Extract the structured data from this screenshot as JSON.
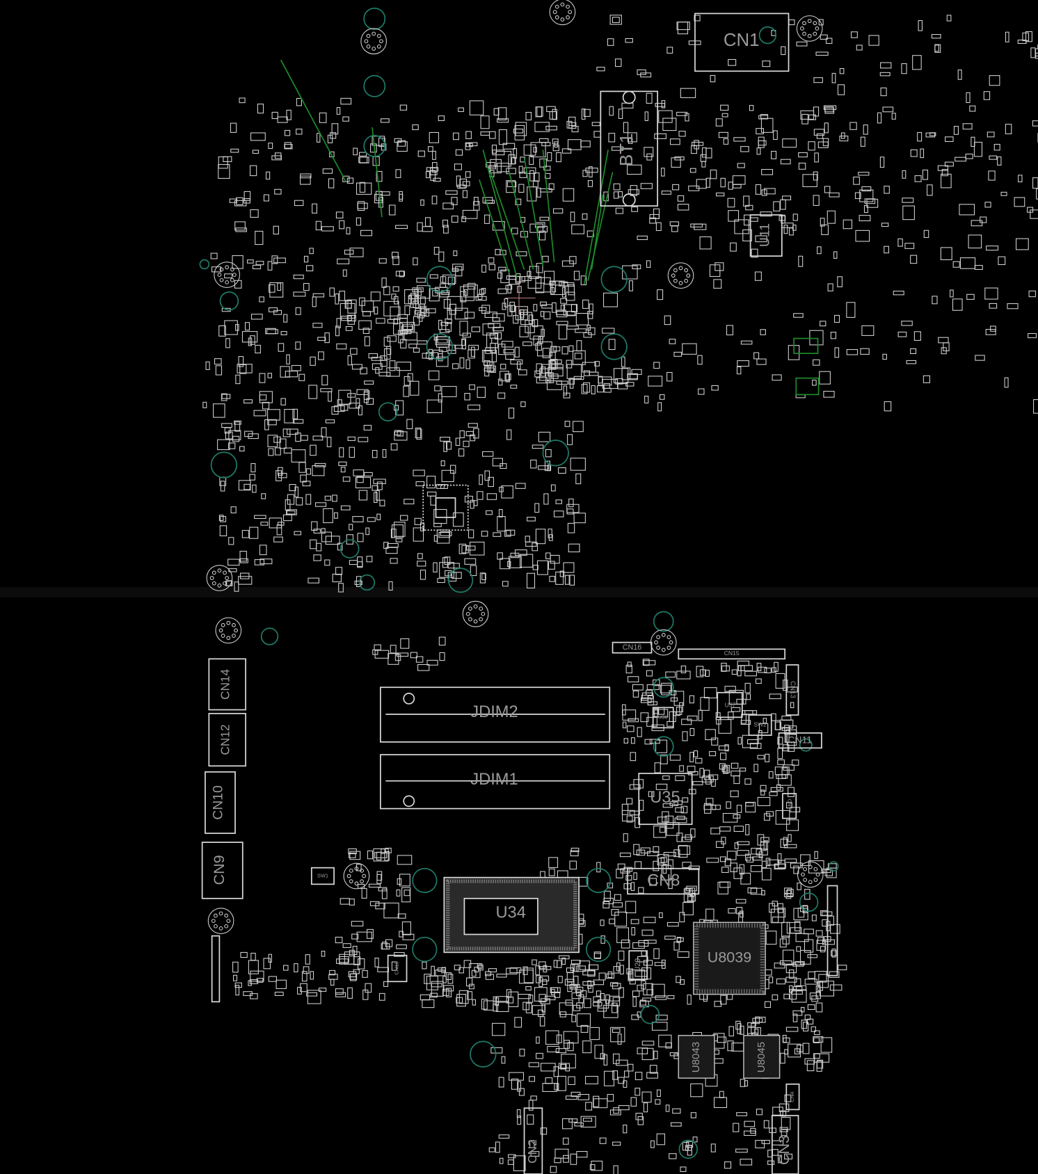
{
  "view": {
    "background": "#000000",
    "outline_color": "#d8d8d8",
    "label_color": "#9a9a9a",
    "hole_color": "#1f7a68",
    "trace_color": "#1d8a2a",
    "cursor_color": "#c08080"
  },
  "top_side": {
    "components": {
      "cn1": "CN1",
      "bt1": "BT1",
      "u11": "U11"
    }
  },
  "bottom_side": {
    "components": {
      "cn14": "CN14",
      "cn12": "CN12",
      "cn10": "CN10",
      "cn9": "CN9",
      "jdim2": "JDIM2",
      "jdim1": "JDIM1",
      "u35": "U35",
      "cn8": "CN8",
      "u34": "U34",
      "u8039": "U8039",
      "u8043": "U8043",
      "u8045": "U8045",
      "cn2": "CN2",
      "cn3": "CN3",
      "cn16": "CN16",
      "cn15": "CN15",
      "cn13": "CN13",
      "cn11": "CN11",
      "u37": "U37",
      "u36": "U36",
      "sw2": "SW2",
      "sw1": "SW1",
      "cn19": "CN19",
      "u29": "U29",
      "cn17": "CN17",
      "cn4": "CN4"
    }
  }
}
